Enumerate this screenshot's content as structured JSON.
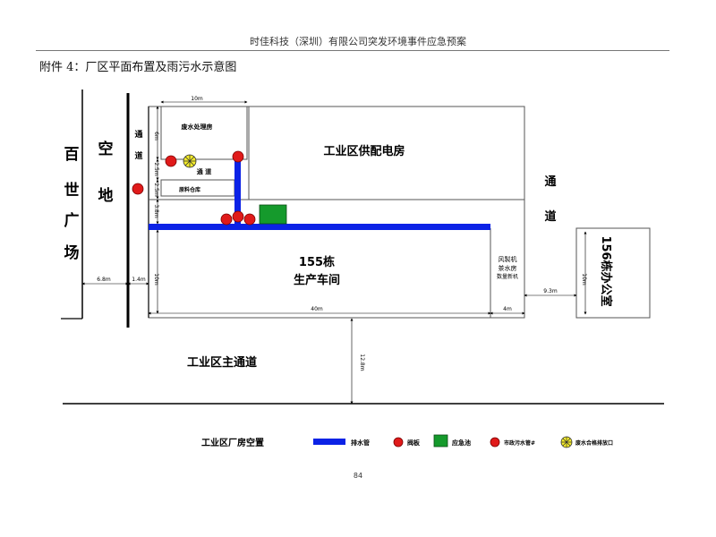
{
  "header": {
    "title": "时佳科技（深圳）有限公司突发环境事件应急预案"
  },
  "section": {
    "title": "附件 4：厂区平面布置及雨污水示意图"
  },
  "page_number": "84",
  "areas": {
    "baishi_square_chars": [
      "百",
      "世",
      "广",
      "场"
    ],
    "open_land_chars": [
      "空",
      "地"
    ],
    "left_passage_chars": [
      "通",
      "道"
    ],
    "wastewater_room": "废水处理房",
    "passage_small": "通  道",
    "raw_material_store": "原料仓库",
    "power_room": "工业区供配电房",
    "right_passage_chars": [
      "通",
      "道"
    ],
    "building155_line1": "155栋",
    "building155_line2": "生产车间",
    "fan_room_line1": "风製机",
    "fan_room_line2": "茶水房",
    "fan_room_line3": "数量新机",
    "building156": "156栋办公室",
    "main_road": "工业区主通道"
  },
  "dimensions": {
    "d10m_top": "10m",
    "d6m": "6m",
    "d25m_a": "2.5m",
    "d25m_b": "2.5m",
    "d38m": "3.8m",
    "d10m_side": "10m",
    "d68m": "6.8m",
    "d14m": "1.4m",
    "d40m": "40m",
    "d4m": "4m",
    "d93m": "9.3m",
    "d10m_office": "10m",
    "d128m": "12.8m"
  },
  "legend": {
    "title": "工业区厂房空置",
    "drain_pipe": "排水管",
    "valve": "阀板",
    "emergency_pool": "应急池",
    "municipal_sewer": "市政污水管#",
    "wastewater_outlet": "废水合格排放口"
  },
  "colors": {
    "pipe_blue": "#0b22e6",
    "valve_red": "#e01a1a",
    "pool_green": "#159a2c",
    "outlet_yellow": "#f4ec2a"
  }
}
